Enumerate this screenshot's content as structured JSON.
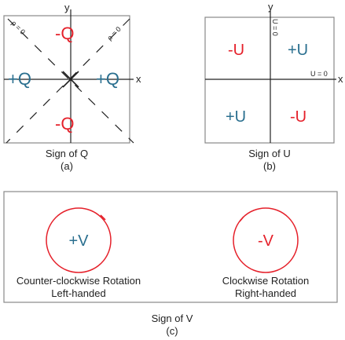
{
  "colors": {
    "positive": "#2a6f8f",
    "negative": "#e5202a",
    "frame": "#888888",
    "line": "#222222"
  },
  "panel_a": {
    "axis_x": "x",
    "axis_y": "y",
    "line_label_left": "ρ = 0",
    "line_label_right": "ρ = 0",
    "top": "-Q",
    "bottom": "-Q",
    "left": "+Q",
    "right": "+Q",
    "caption": "Sign of Q",
    "sub": "(a)"
  },
  "panel_b": {
    "axis_x": "x",
    "axis_y": "y",
    "label_vertical": "U = 0",
    "label_horizontal": "U = 0",
    "q_tl": "-U",
    "q_tr": "+U",
    "q_bl": "+U",
    "q_br": "-U",
    "caption": "Sign of U",
    "sub": "(b)"
  },
  "panel_c": {
    "left_value": "+V",
    "left_line1": "Counter-clockwise Rotation",
    "left_line2": "Left-handed",
    "right_value": "-V",
    "right_line1": "Clockwise Rotation",
    "right_line2": "Right-handed",
    "caption": "Sign of V",
    "sub": "(c)"
  }
}
